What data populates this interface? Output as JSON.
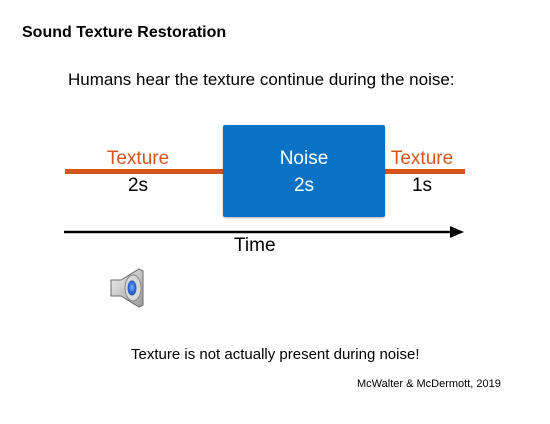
{
  "slide": {
    "title": "Sound Texture Restoration",
    "subtitle": "Humans hear the texture continue during the noise:",
    "bottom_note": "Texture is not actually present during noise!",
    "citation": "McWalter & McDermott, 2019"
  },
  "diagram": {
    "segments": [
      {
        "label": "Texture",
        "duration": "2s"
      },
      {
        "label": "Noise",
        "duration": "2s"
      },
      {
        "label": "Texture",
        "duration": "1s"
      }
    ],
    "axis_label": "Time",
    "icons": {
      "speaker": "speaker-icon",
      "arrow": "arrow-right-icon"
    }
  },
  "colors": {
    "texture": "#d4561e",
    "noise_box": "#0a72c4",
    "noise_text": "#ffffff",
    "arrow": "#000000"
  }
}
